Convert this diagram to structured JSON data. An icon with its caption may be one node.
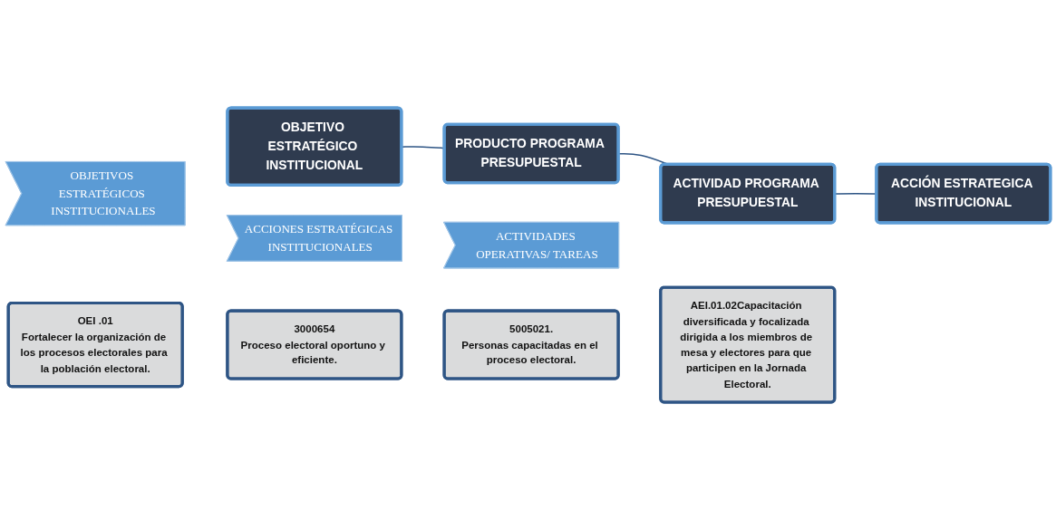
{
  "diagram": {
    "nodes": [
      {
        "text": [
          "OBJETIVOS ESTRATÉGICOS INSTITUCIONALES"
        ]
      },
      {
        "text": [
          "ACCIONES ESTRATÉGICAS INSTITUCIONALES"
        ]
      },
      {
        "text": [
          "ACTIVIDADES OPERATIVAS/ TAREAS"
        ]
      },
      {
        "text": [
          "OBJETIVO ESTRATÉGICO INSTITUCIONAL"
        ]
      },
      {
        "text": [
          "PRODUCTO PROGRAMA PRESUPUESTAL"
        ]
      },
      {
        "text": [
          "ACTIVIDAD PROGRAMA PRESUPUESTAL"
        ]
      },
      {
        "text": [
          "ACCIÓN ESTRATEGICA INSTITUCIONAL"
        ]
      },
      {
        "text": [
          "OEI .01",
          "Fortalecer la organización de los procesos electorales para la población electoral."
        ]
      },
      {
        "text": [
          "3000654",
          "Proceso electoral oportuno y eficiente."
        ]
      },
      {
        "text": [
          "5005021.",
          "Personas capacitadas en el proceso electoral."
        ]
      },
      {
        "text": [
          "AEI.01.02Capacitación diversificada y focalizada dirigida a los miembros de mesa y electores para que participen en la Jornada Electoral."
        ]
      }
    ],
    "edges": [
      {
        "from": 3,
        "to": 4,
        "arrow": "none"
      },
      {
        "from": 4,
        "to": 5,
        "arrow": "none"
      },
      {
        "from": 5,
        "to": 6,
        "arrow": "none"
      }
    ]
  }
}
